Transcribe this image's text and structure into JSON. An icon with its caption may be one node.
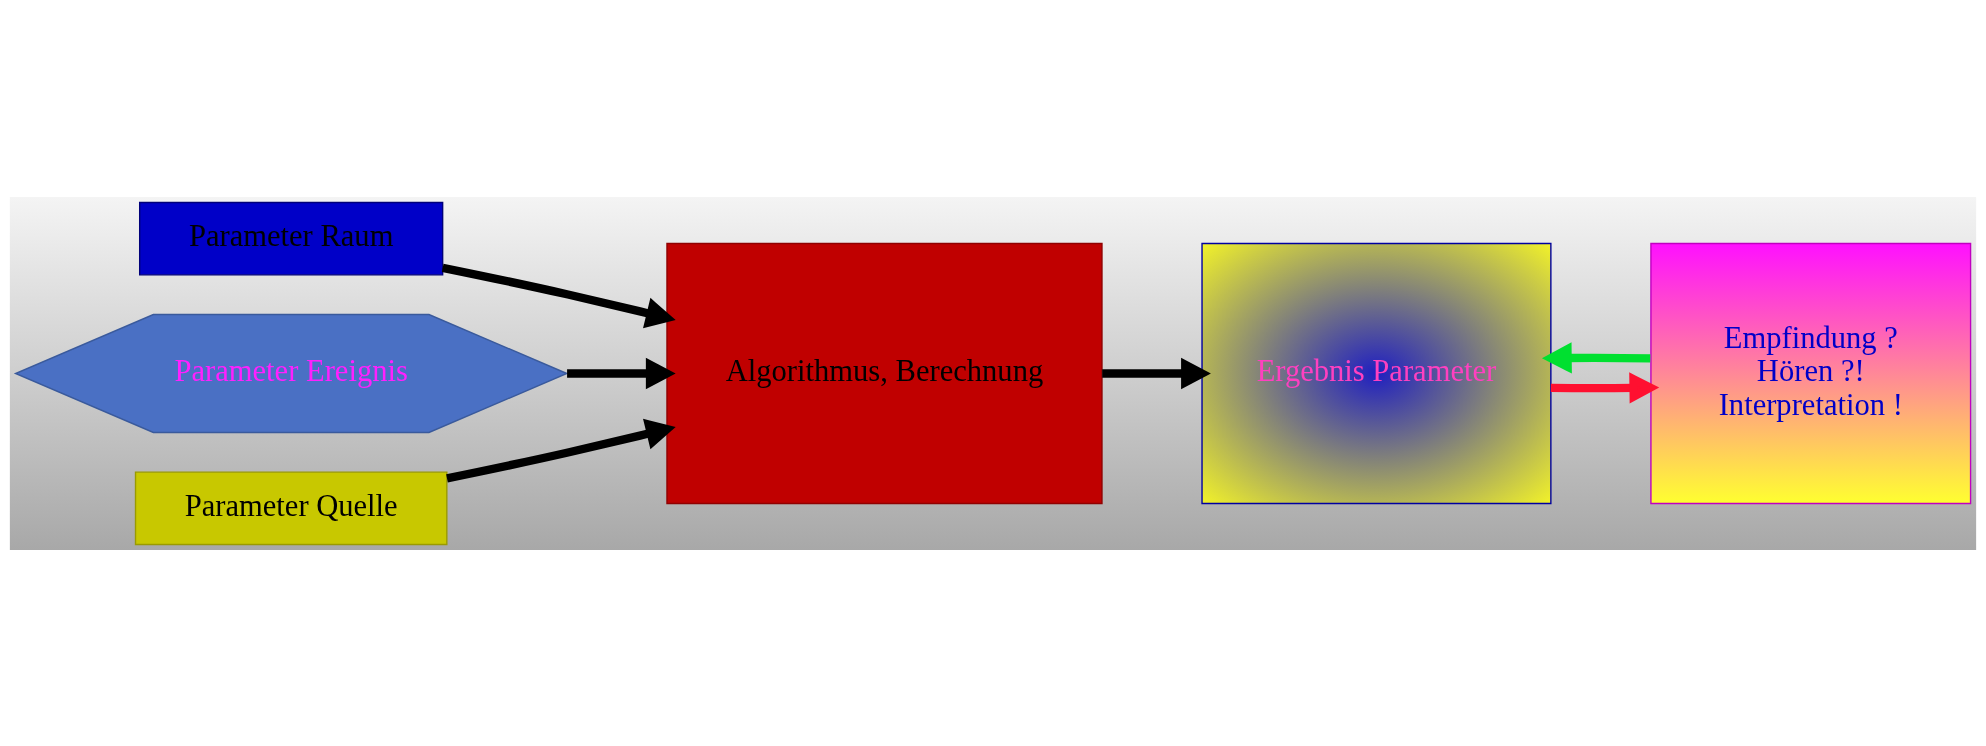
{
  "diagram": {
    "nodes": [
      {
        "text": [
          "Parameter Raum"
        ]
      },
      {
        "text": [
          "Parameter Ereignis"
        ]
      },
      {
        "text": [
          "Parameter Quelle"
        ]
      },
      {
        "text": [
          "Algorithmus, Berechnung"
        ]
      },
      {
        "text": [
          "Ergebnis Parameter"
        ]
      },
      {
        "text": [
          "Empfindung ?",
          "Hören ?!",
          "Interpretation !"
        ]
      }
    ],
    "edges": [
      {
        "from": 0,
        "to": 3,
        "arrow": "to"
      },
      {
        "from": 1,
        "to": 3,
        "arrow": "to"
      },
      {
        "from": 2,
        "to": 3,
        "arrow": "to"
      },
      {
        "from": 3,
        "to": 4,
        "arrow": "to"
      },
      {
        "from": 5,
        "to": 4,
        "arrow": "to",
        "color": "#00e030"
      },
      {
        "from": 4,
        "to": 5,
        "arrow": "to",
        "color": "#ff1030"
      }
    ]
  }
}
